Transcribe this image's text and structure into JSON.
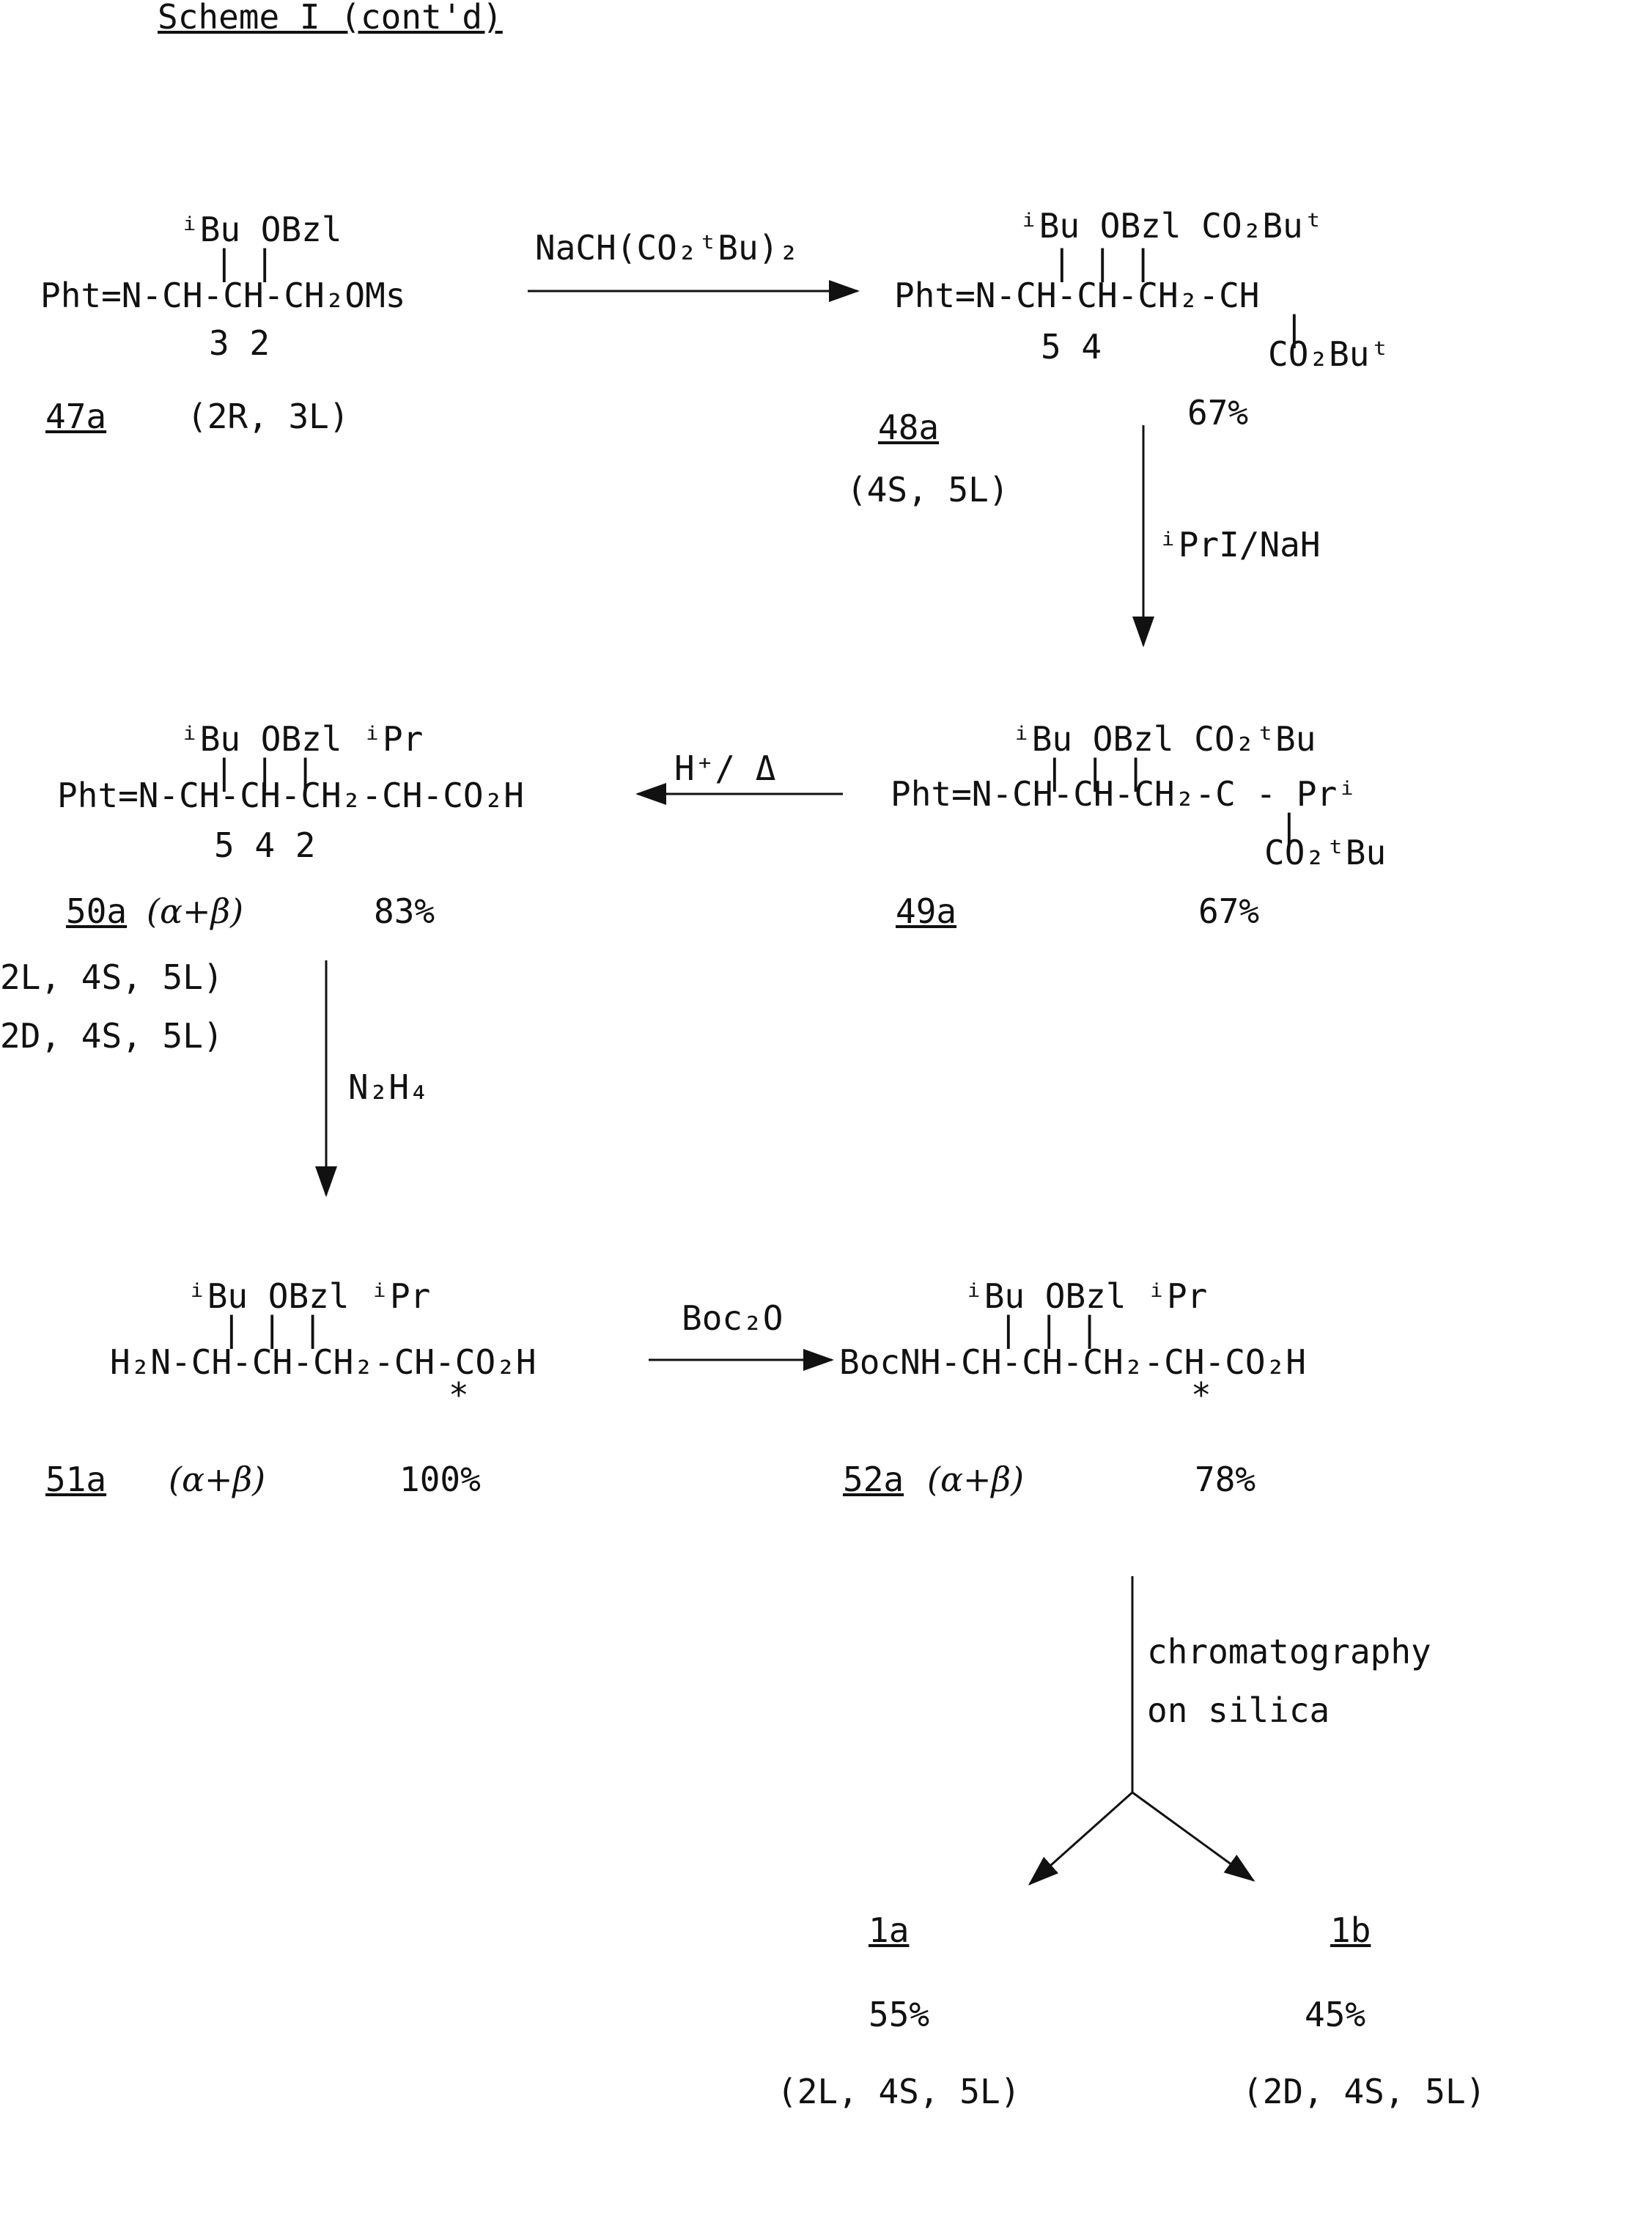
{
  "header": {
    "title": "Scheme I (cont'd)"
  },
  "compound47a": {
    "top": "ⁱBu OBzl",
    "ticks": "|   |",
    "main": "Pht=N-CH-CH-CH₂OMs",
    "positions": "3  2",
    "label": "47a",
    "stereo": "(2R, 3L)"
  },
  "step1": {
    "reagent": "NaCH(CO₂ᵗBu)₂"
  },
  "compound48a": {
    "top": "ⁱBu OBzl   CO₂Buᵗ",
    "ticks": "|   |      |",
    "main": "Pht=N-CH-CH-CH₂-CH",
    "ticks2": "|",
    "bottom": "CO₂Buᵗ",
    "positions": "5  4",
    "yield": "67%",
    "label": "48a",
    "stereo": "(4S, 5L)"
  },
  "step2": {
    "reagent": "ⁱPrI/NaH"
  },
  "compound49a": {
    "top": "ⁱBu OBzl   CO₂ᵗBu",
    "ticks": "|   |      |",
    "main": "Pht=N-CH-CH-CH₂-C - Prⁱ",
    "ticks2": "|",
    "bottom": "CO₂ᵗBu",
    "label": "49a",
    "yield": "67%"
  },
  "step3": {
    "reagent": "H⁺/ Δ"
  },
  "compound50a": {
    "top": "ⁱBu OBzl  ⁱPr",
    "ticks": "|   |      |",
    "main": "Pht=N-CH-CH-CH₂-CH-CO₂H",
    "positions": "5  4     2",
    "label": "50a",
    "mixture": "(α+β)",
    "yield": "83%",
    "stereo1": "2L, 4S, 5L)",
    "stereo2": "2D, 4S, 5L)"
  },
  "step4": {
    "reagent": "N₂H₄"
  },
  "compound51a": {
    "top": "ⁱBu OBzl  ⁱPr",
    "ticks": "|   |      |",
    "main": "H₂N-CH-CH-CH₂-CH-CO₂H",
    "star": "*",
    "label": "51a",
    "mixture": "(α+β)",
    "yield": "100%"
  },
  "step5": {
    "reagent": "Boc₂O"
  },
  "compound52a": {
    "top": "ⁱBu OBzl  ⁱPr",
    "ticks": "|   |      |",
    "main": "BocNH-CH-CH-CH₂-CH-CO₂H",
    "star": "*",
    "label": "52a",
    "mixture": "(α+β)",
    "yield": "78%"
  },
  "step6": {
    "reagent_line1": "chromatography",
    "reagent_line2": "on silica"
  },
  "product1a": {
    "label": "1a",
    "yield": "55%",
    "stereo": "(2L, 4S, 5L)"
  },
  "product1b": {
    "label": "1b",
    "yield": "45%",
    "stereo": "(2D, 4S, 5L)"
  }
}
